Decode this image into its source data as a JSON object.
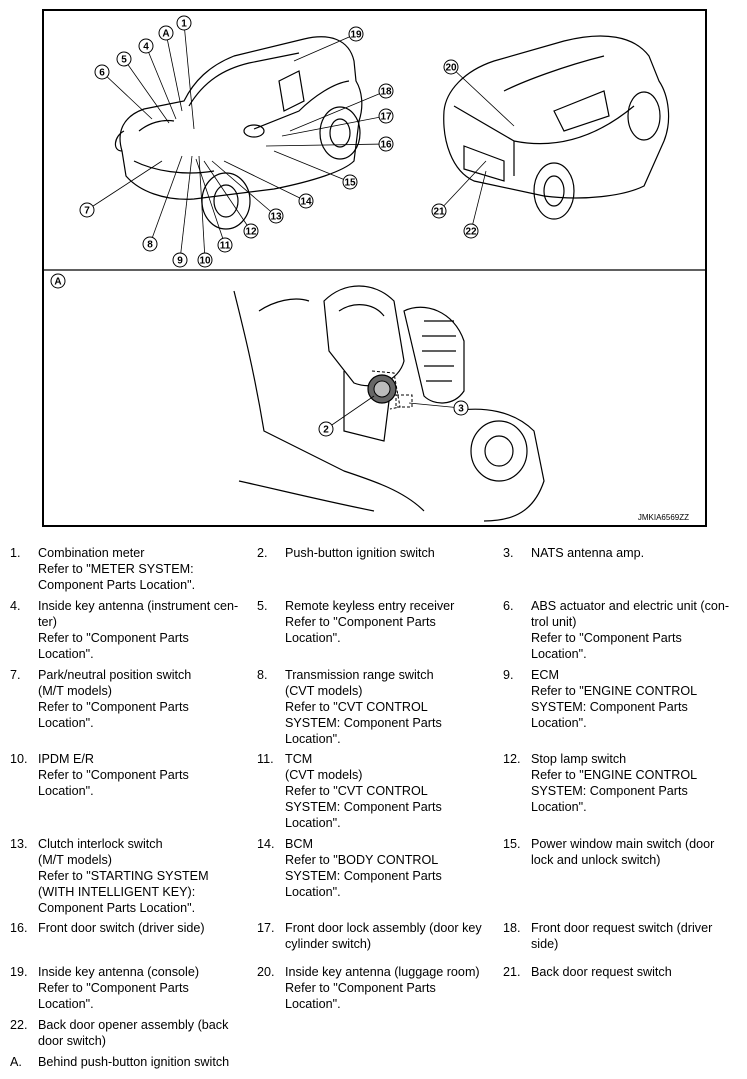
{
  "figure": {
    "code": "JMKIA6569ZZ",
    "callouts_top": [
      "1",
      "A",
      "4",
      "5",
      "6",
      "19",
      "18",
      "17",
      "16",
      "15",
      "14",
      "13",
      "12",
      "11",
      "10",
      "9",
      "8",
      "7",
      "20",
      "21",
      "22"
    ],
    "callouts_detail": [
      "A",
      "2",
      "3"
    ]
  },
  "legend": [
    {
      "num": "1.",
      "text": "Combination meter\nRefer to \"METER SYSTEM:\nComponent Parts Location\"."
    },
    {
      "num": "2.",
      "text": "Push-button ignition switch"
    },
    {
      "num": "3.",
      "text": " NATS antenna amp."
    },
    {
      "num": "4.",
      "text": "Inside key antenna (instrument cen-\nter)\nRefer to \"Component Parts\nLocation\"."
    },
    {
      "num": "5.",
      "text": "Remote keyless entry receiver\nRefer to \"Component Parts\nLocation\"."
    },
    {
      "num": "6.",
      "text": "ABS actuator and electric unit (con-\ntrol unit)\nRefer to \"Component Parts\nLocation\"."
    },
    {
      "num": "7.",
      "text": "Park/neutral position switch\n(M/T models)\nRefer to \"Component Parts\nLocation\"."
    },
    {
      "num": "8.",
      "text": "Transmission range switch\n(CVT models)\nRefer to \"CVT CONTROL\nSYSTEM: Component Parts\nLocation\"."
    },
    {
      "num": "9.",
      "text": "ECM\nRefer to \"ENGINE CONTROL\nSYSTEM: Component Parts\nLocation\"."
    },
    {
      "num": "10.",
      "text": "IPDM E/R\nRefer to \"Component Parts\nLocation\"."
    },
    {
      "num": "11.",
      "text": "TCM\n(CVT models)\nRefer to \"CVT CONTROL\nSYSTEM: Component Parts\nLocation\"."
    },
    {
      "num": "12.",
      "text": "Stop lamp switch\nRefer to \"ENGINE CONTROL\nSYSTEM: Component Parts\nLocation\"."
    },
    {
      "num": "13.",
      "text": "Clutch interlock switch\n(M/T models)\nRefer to \"STARTING SYSTEM\n(WITH INTELLIGENT KEY):\nComponent Parts Location\"."
    },
    {
      "num": "14.",
      "text": "BCM\nRefer to \"BODY CONTROL\nSYSTEM: Component Parts\nLocation\"."
    },
    {
      "num": "15.",
      "text": "Power window main switch (door\nlock and unlock switch)"
    },
    {
      "num": "16.",
      "text": "Front door switch (driver side)"
    },
    {
      "num": "17.",
      "text": "Front door lock assembly (door key\ncylinder switch)"
    },
    {
      "num": "18.",
      "text": "Front door request switch (driver\nside)"
    },
    {
      "num": "19.",
      "text": "Inside key antenna (console)\nRefer to \"Component Parts\nLocation\"."
    },
    {
      "num": "20.",
      "text": "Inside key antenna (luggage room)\nRefer to \"Component Parts\nLocation\"."
    },
    {
      "num": "21.",
      "text": "Back door request switch"
    },
    {
      "num": "22.",
      "text": "Back door opener assembly (back\ndoor switch)"
    },
    {
      "num": "A.",
      "text": "Behind push-button ignition switch"
    }
  ]
}
